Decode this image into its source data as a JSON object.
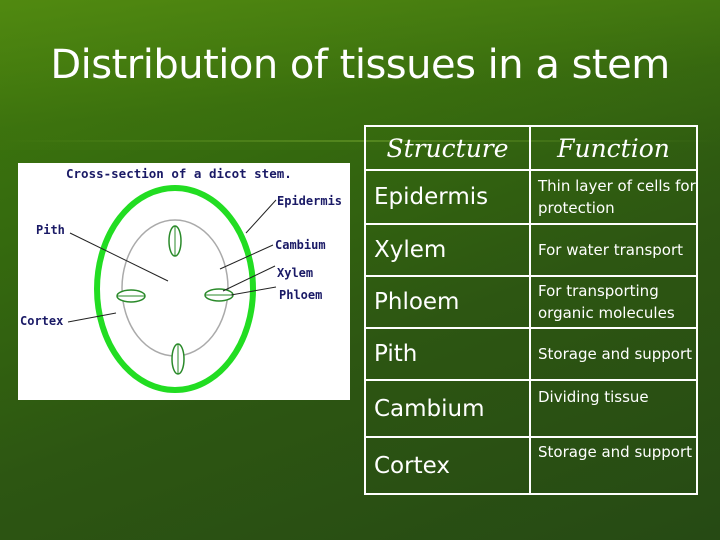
{
  "slide": {
    "title": "Distribution of tissues in a stem"
  },
  "diagram": {
    "caption": "Cross-section of a dicot stem.",
    "labels": {
      "epidermis": "Epidermis",
      "pith": "Pith",
      "cambium": "Cambium",
      "xylem": "Xylem",
      "phloem": "Phloem",
      "cortex": "Cortex"
    },
    "colors": {
      "epidermis_ring": "#22dd22",
      "inner_ring": "#aaaaaa",
      "label_text": "#1a1a66"
    }
  },
  "table": {
    "headers": [
      "Structure",
      "Function"
    ],
    "rows": [
      {
        "structure": "Epidermis",
        "function": "Thin layer of cells for protection"
      },
      {
        "structure": "Xylem",
        "function": "For water transport"
      },
      {
        "structure": "Phloem",
        "function": "For transporting organic molecules"
      },
      {
        "structure": "Pith",
        "function": "Storage and support"
      },
      {
        "structure": "Cambium",
        "function": "Dividing tissue"
      },
      {
        "structure": "Cortex",
        "function": "Storage and support"
      }
    ]
  },
  "colors": {
    "background": "#2f5a10",
    "text": "#ffffff"
  }
}
